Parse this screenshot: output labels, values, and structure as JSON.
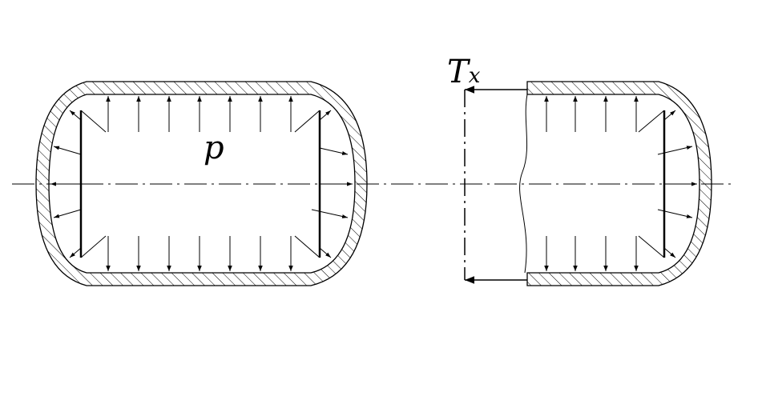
{
  "labels": {
    "pressure": "p",
    "tension_main": "T",
    "tension_sub": "x"
  },
  "colors": {
    "ink": "#000000",
    "background": "#ffffff"
  }
}
